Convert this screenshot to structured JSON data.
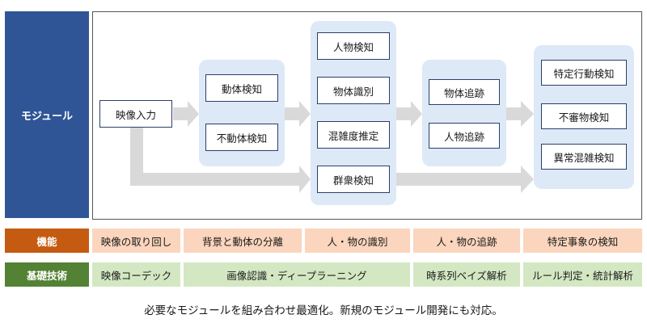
{
  "colors": {
    "module_label": "#2f5596",
    "function_label": "#c55a11",
    "tech_label": "#548235",
    "function_cell": "#fbd5bd",
    "tech_cell": "#d3e8c2",
    "group_bg": "#dde9f6",
    "arrow": "#d9d9d9",
    "box_border": "#2a3f6a"
  },
  "module": {
    "label": "モジュール",
    "input": "映像入力",
    "group1": [
      "動体検知",
      "不動体検知"
    ],
    "group2": [
      "人物検知",
      "物体識別",
      "混雑度推定",
      "群衆検知"
    ],
    "group3": [
      "物体追跡",
      "人物追跡"
    ],
    "group4": [
      "特定行動検知",
      "不審物検知",
      "異常混雑検知"
    ]
  },
  "functions": {
    "label": "機能",
    "cells": [
      "映像の取り回し",
      "背景と動体の分離",
      "人・物の識別",
      "人・物の追跡",
      "特定事象の検知"
    ]
  },
  "tech": {
    "label": "基礎技術",
    "cells": [
      "映像コーデック",
      "画像認識・ディープラーニング",
      "時系列ベイズ解析",
      "ルール判定・統計解析"
    ]
  },
  "caption": "必要なモジュールを組み合わせ最適化。新規のモジュール開発にも対応。"
}
